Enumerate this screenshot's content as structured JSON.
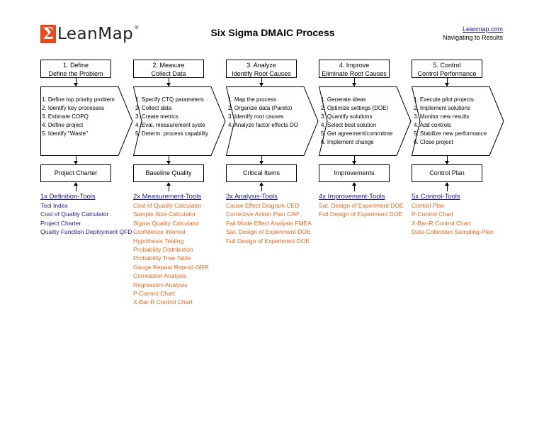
{
  "header": {
    "logo_sigma": "Σ",
    "logo_text": "LeanMap",
    "logo_reg": "®",
    "title": "Six Sigma DMAIC Process",
    "site_link": "Leanmap.com",
    "site_tagline": "Navigating to Results"
  },
  "colors": {
    "accent": "#e8491d",
    "link_blue": "#1a1a8c",
    "tool_orange": "#e8661e"
  },
  "phases": [
    {
      "number_label": "1. Define",
      "subtitle": "Define the Problem",
      "steps": [
        "1. Define top priority problem",
        "2. Identify key processes",
        "3. Estimate COPQ",
        "4. Define project",
        "5. Identify \"Waste\""
      ],
      "output": "Project Charter",
      "tools_heading": "1x Definition-Tools",
      "tools_color": "blue",
      "tools": [
        "Tool Index",
        "Cost of Quality Calculator",
        "Project Charter",
        "Quality Function Deployment QFD"
      ]
    },
    {
      "number_label": "2. Measure",
      "subtitle": "Collect Data",
      "steps": [
        "1. Specify CTQ parameters",
        "2. Collect data",
        "3. Create metrics",
        "4. Eval. measurement syste",
        "5. Determ. process capability"
      ],
      "output": "Baseline Quality",
      "tools_heading": "2x Measurement-Tools",
      "tools_color": "orange",
      "tools": [
        "Cost of Quality Calculator",
        "Sample Size Calculator",
        "Sigma Quality Calculator",
        "Confidence Interval",
        "Hypothesis Testing",
        "Probability Distribution",
        "Probability Tree Table",
        "Gauge Repeat Reprod GRR",
        "Correlation Analysis",
        "Regression Analysis",
        "P-Control Chart",
        "X-Bar-R Control Chart"
      ]
    },
    {
      "number_label": "3. Analyze",
      "subtitle": "Identify Root Causes",
      "steps": [
        "1. Map the process",
        "2. Organize data (Pareto)",
        "3. Identify root causes",
        "4. Analyze factor effects DO"
      ],
      "output": "Critical Items",
      "tools_heading": "3x Analysis-Tools",
      "tools_color": "orange",
      "tools": [
        "Cause Effect Diagram CED",
        "Corrective Action Plan CAP",
        "Fail Mode Effect Analysis FMEA",
        "Sat. Design of Experiment DOE",
        "Full Design of Experiment DOE"
      ]
    },
    {
      "number_label": "4. Improve",
      "subtitle": "Eliminate Root Causes",
      "steps": [
        "1. Generate ideas",
        "2. Optimize settings (DOE)",
        "3. Quantify solutions",
        "4. Select best solution",
        "5. Get agreement/commitme",
        "6. Implement change"
      ],
      "output": "Improvements",
      "tools_heading": "4x Improvement-Tools",
      "tools_color": "orange",
      "tools": [
        "Sat. Design of Experiment DOE",
        "Full Design of Experiment DOE"
      ]
    },
    {
      "number_label": "5. Control",
      "subtitle": "Control Performance",
      "steps": [
        "1. Execute pilot projects",
        "2. Implement solutions",
        "3. Monitor new results",
        "4. Add controls",
        "5. Stabilize new performance",
        "6. Close project"
      ],
      "output": "Control Plan",
      "tools_heading": "5x Control-Tools",
      "tools_color": "orange",
      "tools": [
        "Control Plan",
        "P-Control Chart",
        "X-Bar-R Control Chart",
        "Data-Collection Sampling-Plan"
      ]
    }
  ]
}
